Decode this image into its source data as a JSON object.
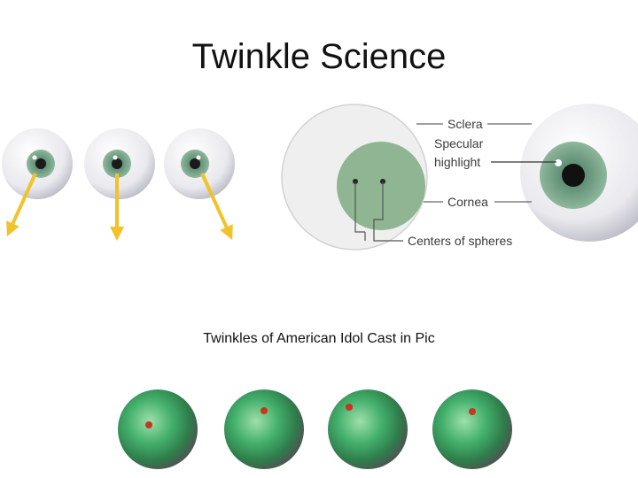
{
  "title": "Twinkle Science",
  "diagram": {
    "labels": {
      "sclera": "Sclera",
      "specular_line1": "Specular",
      "specular_line2": "highlight",
      "cornea": "Cornea",
      "centers": "Centers of spheres"
    }
  },
  "caption": "Twinkles of American Idol Cast in Pic",
  "colors": {
    "arrow": "#f2c22b",
    "iris": "#6f9e84",
    "cornea_fill": "#8fb592",
    "sclera_fill": "#eeeeee",
    "ball_green": "#3fa46a",
    "highlight_dot": "#c8361f"
  }
}
